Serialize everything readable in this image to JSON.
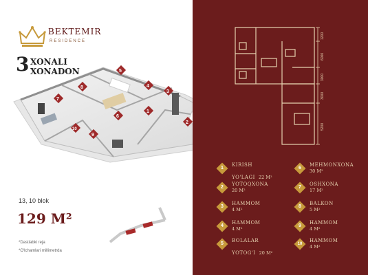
{
  "brand": {
    "name": "BEKTEMIR",
    "sub": "RESIDENCE"
  },
  "title": {
    "number": "3",
    "line1": "XONALI",
    "line2": "XONADON"
  },
  "block": "13, 10 blok",
  "area": "129 M²",
  "notes": [
    "*Dastlabki reja",
    "*O'lchamlari millimetrda"
  ],
  "dimensions": [
    "1200",
    "6000",
    "3000",
    "3000",
    "5200"
  ],
  "rooms": [
    {
      "num": "1",
      "name": "KIRISH",
      "name2": "YO'LAGI",
      "value": "22 M²"
    },
    {
      "num": "2",
      "name": "YOTOQXONA",
      "value": "20 M²"
    },
    {
      "num": "3",
      "name": "HAMMOM",
      "value": "4 M²"
    },
    {
      "num": "4",
      "name": "HAMMOM",
      "value": "4 M²"
    },
    {
      "num": "5",
      "name": "BOLALAR",
      "name2": "YOTOG'I",
      "value": "20 M²"
    },
    {
      "num": "6",
      "name": "MEHMONXONA",
      "value": "30 M²"
    },
    {
      "num": "7",
      "name": "OSHXONA",
      "value": "17 M²"
    },
    {
      "num": "8",
      "name": "BALKON",
      "value": "5 M²"
    },
    {
      "num": "9",
      "name": "HAMMOM",
      "value": "4 M²"
    },
    {
      "num": "10",
      "name": "HAMMOM",
      "value": "4 M²"
    }
  ],
  "colors": {
    "panel": "#6b1c1c",
    "gold": "#c79a3b",
    "text_light": "#e6d2b0"
  }
}
